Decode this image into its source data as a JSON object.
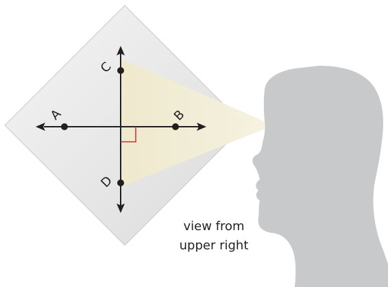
{
  "points": {
    "a": "A",
    "b": "B",
    "c": "C",
    "d": "D"
  },
  "caption": {
    "line1": "view from",
    "line2": "upper right"
  },
  "colors": {
    "plane_fill": "#e8e8e8",
    "plane_stroke": "#cccccc",
    "view_cone": "#f3efd9",
    "line": "#231f20",
    "right_angle_mark": "#d7282f",
    "head": "#c8c9cb"
  }
}
